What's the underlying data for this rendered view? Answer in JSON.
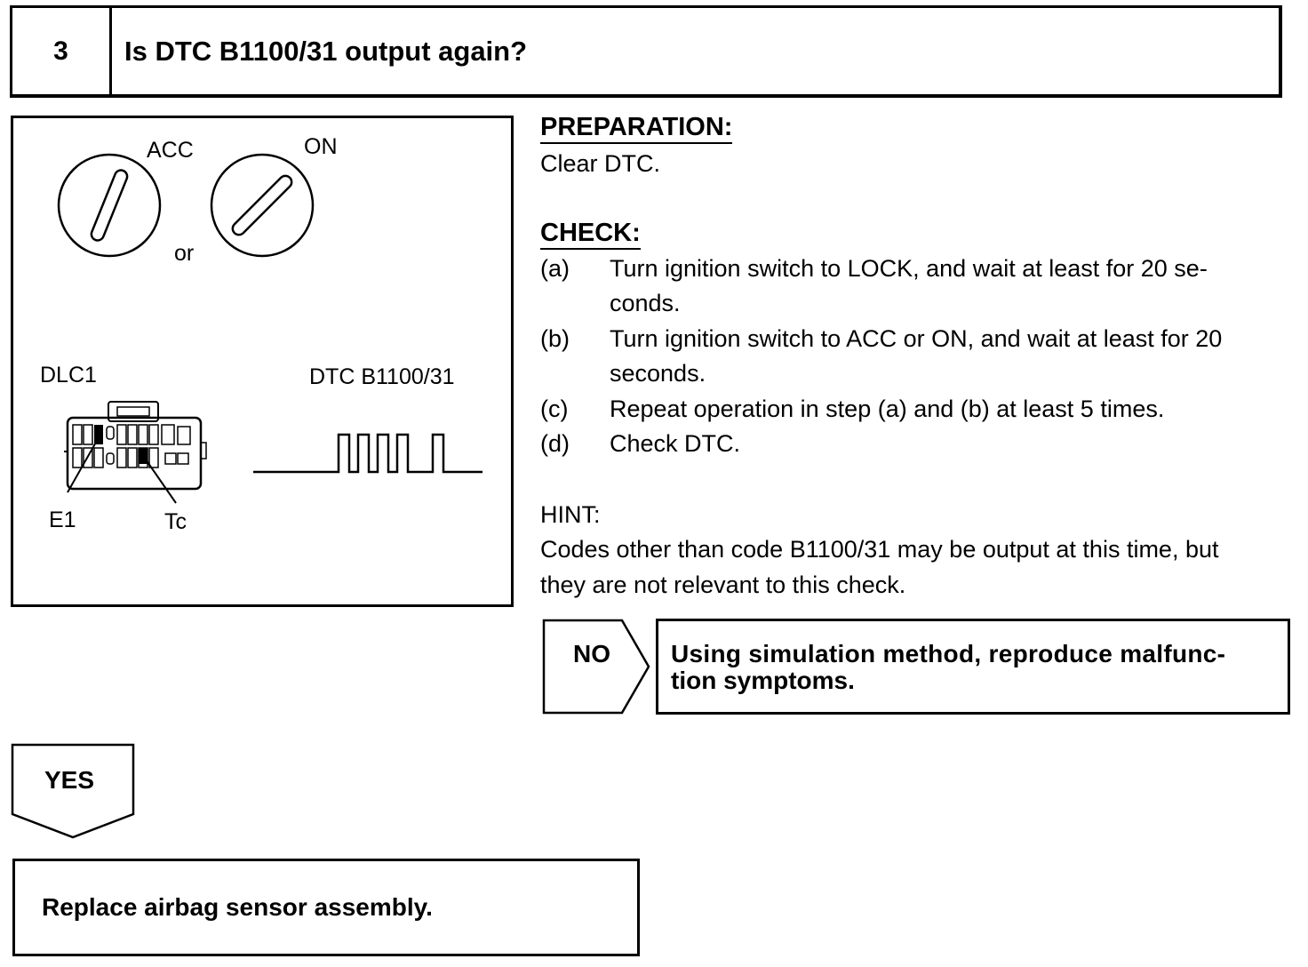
{
  "step": {
    "number": "3",
    "question": "Is DTC B1100/31 output again?"
  },
  "figure": {
    "switch_left_label": "ACC",
    "switch_right_label": "ON",
    "or_label": "or",
    "connector_label": "DLC1",
    "waveform_label": "DTC B1100/31",
    "terminal_e1": "E1",
    "terminal_tc": "Tc"
  },
  "preparation": {
    "heading": "PREPARATION:",
    "text": "Clear DTC."
  },
  "check": {
    "heading": "CHECK:",
    "items": [
      {
        "label": "(a)",
        "line1": "Turn ignition switch to LOCK, and wait at least for 20 se-",
        "line2": "conds."
      },
      {
        "label": "(b)",
        "line1": "Turn ignition switch to ACC or ON, and wait at least for 20",
        "line2": "seconds."
      },
      {
        "label": "(c)",
        "line1": "Repeat operation in step (a) and (b) at least 5 times.",
        "line2": ""
      },
      {
        "label": "(d)",
        "line1": "Check DTC.",
        "line2": ""
      }
    ]
  },
  "hint": {
    "heading": "HINT:",
    "line1": "Codes other than code B1100/31 may be output at this time, but",
    "line2": "they are not relevant to this check."
  },
  "no_branch": {
    "label": "NO",
    "line1": "Using simulation method, reproduce malfunc-",
    "line2": "tion symptoms."
  },
  "yes_branch": {
    "label": "YES",
    "action": "Replace airbag sensor assembly."
  }
}
